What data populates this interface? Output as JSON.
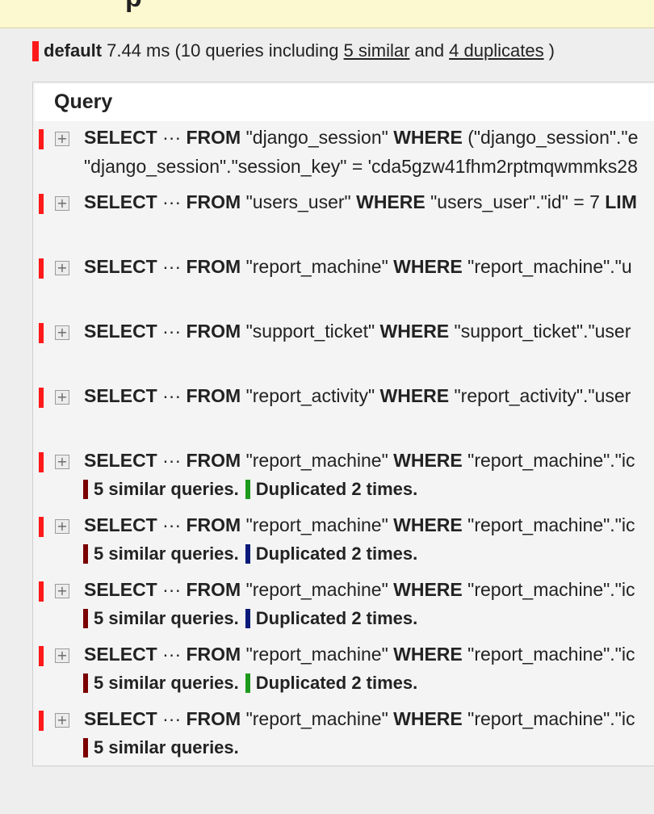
{
  "summary": {
    "alias": "default",
    "time": "7.44 ms",
    "open": "(10 queries including",
    "similar_link": "5 similar",
    "and": "and",
    "duplicates_link": "4 duplicates",
    "close": ")"
  },
  "table": {
    "header": "Query"
  },
  "colors": {
    "row_marker": "#ff1a1a",
    "similar_marker": "#7a0000",
    "dup_green": "#1d9a1d",
    "dup_navy": "#0a1a7a"
  },
  "queries": [
    {
      "kw_select": "SELECT",
      "ellipsis": "···",
      "kw_from": "FROM",
      "table": "\"django_session\"",
      "kw_where": "WHERE",
      "cond": "(\"django_session\".\"e",
      "cond2": "\"django_session\".\"session_key\" = 'cda5gzw41fhm2rptmqwmmks28"
    },
    {
      "kw_select": "SELECT",
      "ellipsis": "···",
      "kw_from": "FROM",
      "table": "\"users_user\"",
      "kw_where": "WHERE",
      "cond": "\"users_user\".\"id\" = 7",
      "kw_tail": "LIM"
    },
    {
      "kw_select": "SELECT",
      "ellipsis": "···",
      "kw_from": "FROM",
      "table": "\"report_machine\"",
      "kw_where": "WHERE",
      "cond": "\"report_machine\".\"u"
    },
    {
      "kw_select": "SELECT",
      "ellipsis": "···",
      "kw_from": "FROM",
      "table": "\"support_ticket\"",
      "kw_where": "WHERE",
      "cond": "\"support_ticket\".\"user"
    },
    {
      "kw_select": "SELECT",
      "ellipsis": "···",
      "kw_from": "FROM",
      "table": "\"report_activity\"",
      "kw_where": "WHERE",
      "cond": "\"report_activity\".\"user"
    },
    {
      "kw_select": "SELECT",
      "ellipsis": "···",
      "kw_from": "FROM",
      "table": "\"report_machine\"",
      "kw_where": "WHERE",
      "cond": "\"report_machine\".\"ic",
      "similar": "5 similar queries.",
      "duplicated": "Duplicated 2 times."
    },
    {
      "kw_select": "SELECT",
      "ellipsis": "···",
      "kw_from": "FROM",
      "table": "\"report_machine\"",
      "kw_where": "WHERE",
      "cond": "\"report_machine\".\"ic",
      "similar": "5 similar queries.",
      "duplicated": "Duplicated 2 times."
    },
    {
      "kw_select": "SELECT",
      "ellipsis": "···",
      "kw_from": "FROM",
      "table": "\"report_machine\"",
      "kw_where": "WHERE",
      "cond": "\"report_machine\".\"ic",
      "similar": "5 similar queries.",
      "duplicated": "Duplicated 2 times."
    },
    {
      "kw_select": "SELECT",
      "ellipsis": "···",
      "kw_from": "FROM",
      "table": "\"report_machine\"",
      "kw_where": "WHERE",
      "cond": "\"report_machine\".\"ic",
      "similar": "5 similar queries.",
      "duplicated": "Duplicated 2 times."
    },
    {
      "kw_select": "SELECT",
      "ellipsis": "···",
      "kw_from": "FROM",
      "table": "\"report_machine\"",
      "kw_where": "WHERE",
      "cond": "\"report_machine\".\"ic",
      "similar": "5 similar queries."
    }
  ]
}
